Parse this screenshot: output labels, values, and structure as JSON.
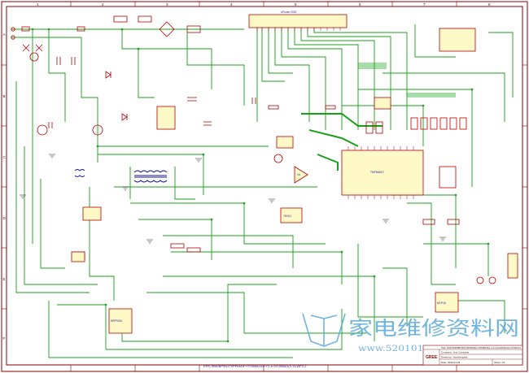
{
  "sheet": {
    "grid_cols": [
      "1",
      "2",
      "3",
      "4",
      "5",
      "6",
      "7",
      "8"
    ],
    "grid_rows": [
      "A",
      "B",
      "C",
      "D",
      "E",
      "F"
    ],
    "bottom_title": "KFR-35W/BP3N1T9PPAM1F+STM8A161+Y2.4+DC006A1(3.13.WF2-2",
    "upper_header_label": "UPower 0032",
    "ic_main_label": "TMPM461F",
    "op_amp_label": "1A",
    "ic_bottom_label": "MCP16",
    "ic_mid_label": "74HC4",
    "ic_left_label": "EEPROM"
  },
  "title_block": {
    "logo": "GREE",
    "title": "Title: KFR-35W/BP3N1T9PPAM1F+STM8A161+Y2.4+DC006A1(3.13.WF2-2",
    "company": "Company: Your Company",
    "drawn_by": "Drawn by: Yanzhengzhe",
    "date": "Date: 2022-01-04",
    "sheet": "Sheet: 1/1"
  },
  "watermark": {
    "brand": "家电维修资料网",
    "url": "www.520101.com"
  },
  "colors": {
    "border": "#8a0000",
    "wire": "#18a018",
    "component": "#b40000",
    "ic_fill": "#fff9c8",
    "text_blue": "#1a1a8c",
    "watermark": "#5aa9d6"
  }
}
